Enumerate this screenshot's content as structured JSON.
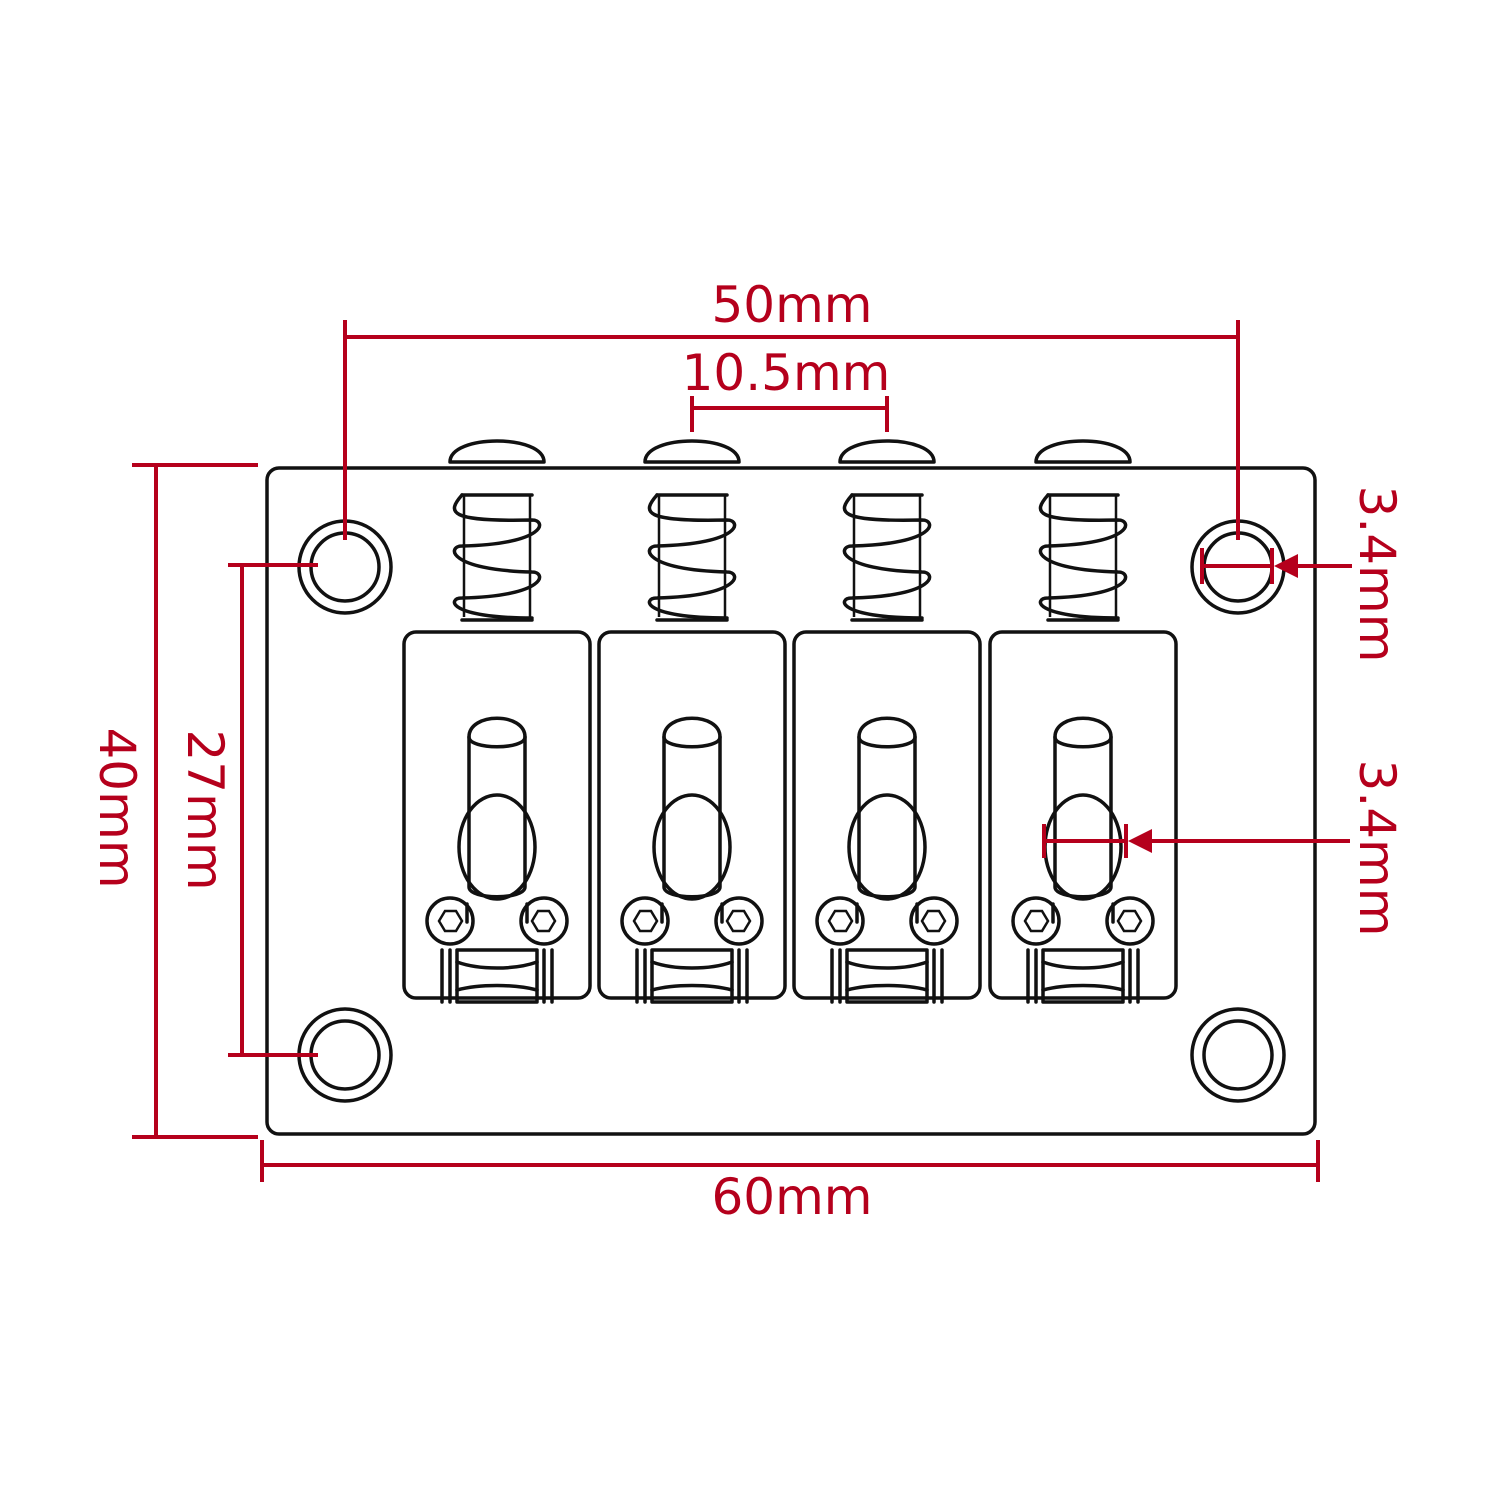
{
  "colors": {
    "outline": "#111111",
    "dimension": "#b5001c",
    "background": "#ffffff"
  },
  "dimensions": {
    "mount_hole_spacing_width": "50mm",
    "saddle_spacing": "10.5mm",
    "plate_height": "40mm",
    "mount_hole_spacing_height": "27mm",
    "mount_hole_diameter": "3.4mm",
    "string_hole_diameter": "3.4mm",
    "plate_width": "60mm"
  },
  "parts": {
    "saddle_count": 4,
    "mount_hole_count": 4
  }
}
